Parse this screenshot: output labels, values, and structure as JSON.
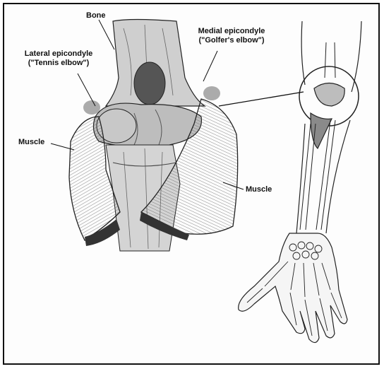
{
  "labels": {
    "bone": "Bone",
    "lateral_line1": "Lateral epicondyle",
    "lateral_line2": "(\"Tennis elbow\")",
    "medial_line1": "Medial epicondyle",
    "medial_line2": "(\"Golfer's elbow\")",
    "muscle_left": "Muscle",
    "muscle_right": "Muscle"
  },
  "colors": {
    "ink": "#1a1a1a",
    "muscle_fill": "#b9b9b9",
    "bone_fill": "#d6d6d6",
    "shadow": "#7a7a7a"
  }
}
